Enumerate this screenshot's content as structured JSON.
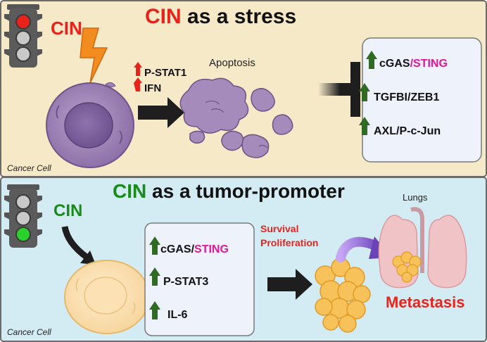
{
  "top_panel": {
    "title_prefix": "CIN",
    "title_rest": " as a stress",
    "cin_label": "CIN",
    "apoptosis_label": "Apoptosis",
    "signals": [
      "P-STAT1",
      "IFN"
    ],
    "cell_label": "Cancer Cell",
    "box_items": [
      {
        "part1": "cGAS",
        "sep": "/",
        "part2": "STING"
      },
      {
        "part1": "TGFBI/ZEB1",
        "sep": "",
        "part2": ""
      },
      {
        "part1": "AXL/P-c-Jun",
        "sep": "",
        "part2": ""
      }
    ],
    "traffic_light_active": "red",
    "bg_color": "#f6e9c8"
  },
  "bottom_panel": {
    "title_prefix": "CIN",
    "title_rest": " as a tumor-promoter",
    "cin_label": "CIN",
    "box_items": [
      {
        "part1": "cGAS",
        "sep": "/",
        "part2": "STING"
      },
      {
        "part1": "P-STAT3",
        "sep": "",
        "part2": ""
      },
      {
        "part1": "IL-6",
        "sep": "",
        "part2": ""
      }
    ],
    "outcome_lines": [
      "Survival",
      "Proliferation"
    ],
    "lungs_label": "Lungs",
    "metastasis_label": "Metastasis",
    "cell_label": "Cancer Cell",
    "traffic_light_active": "green",
    "bg_color": "#d3ecf3"
  },
  "colors": {
    "red": "#e8231c",
    "green": "#1a8a1a",
    "magenta": "#e6149b",
    "up_arrow_green": "#2f6b22",
    "up_arrow_red": "#e8231c"
  }
}
